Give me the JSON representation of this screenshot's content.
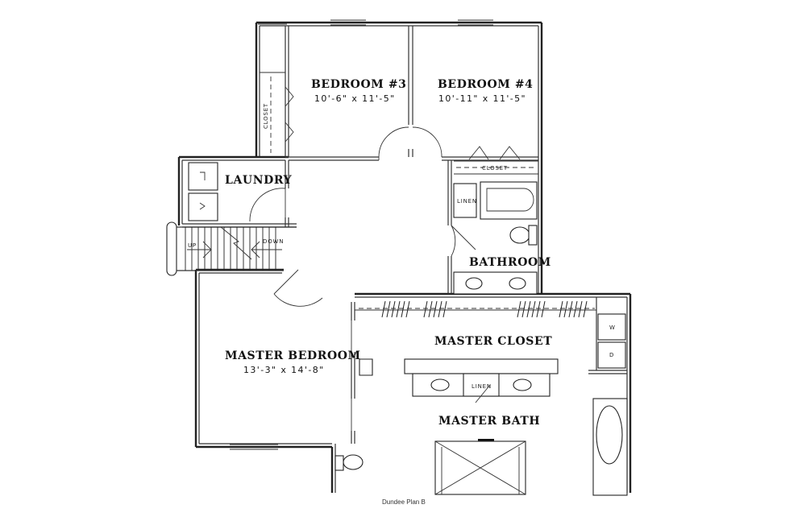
{
  "rooms": {
    "bedroom3": {
      "name": "BEDROOM #3",
      "dims": "10'-6\" x 11'-5\""
    },
    "bedroom4": {
      "name": "BEDROOM #4",
      "dims": "10'-11\" x 11'-5\""
    },
    "laundry": {
      "name": "LAUNDRY"
    },
    "bathroom": {
      "name": "BATHROOM"
    },
    "master_bedroom": {
      "name": "MASTER BEDROOM",
      "dims": "13'-3\" x 14'-8\""
    },
    "master_closet": {
      "name": "MASTER CLOSET"
    },
    "master_bath": {
      "name": "MASTER BATH"
    }
  },
  "labels": {
    "closet_left": "CLOSET",
    "closet_right": "CLOSET",
    "linen_bath": "LINEN",
    "linen_master": "LINEN",
    "stair_up": "UP",
    "stair_down": "DOWN",
    "washer": "W",
    "dryer": "D"
  },
  "caption": "Dundee Plan B"
}
